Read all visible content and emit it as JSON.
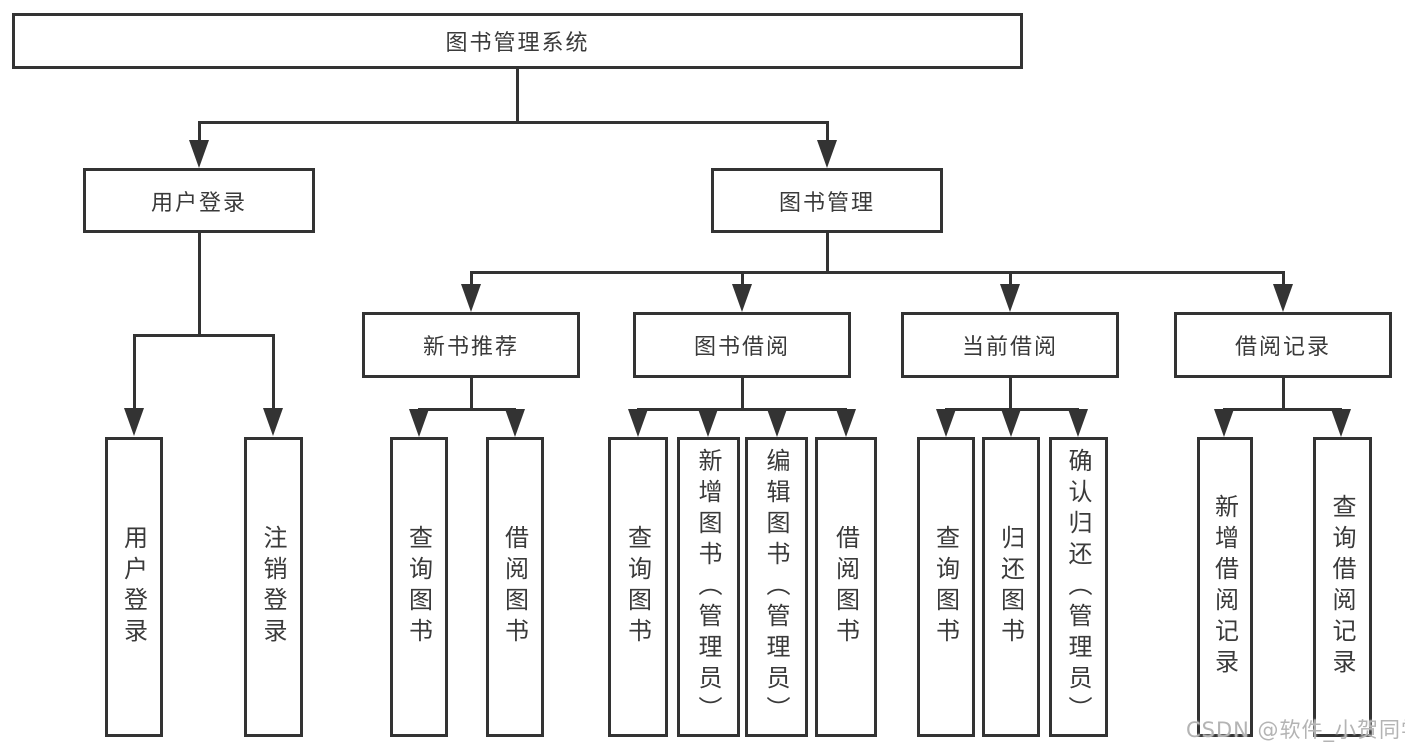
{
  "diagram": {
    "type": "tree",
    "root": {
      "label": "图书管理系统",
      "children": [
        {
          "label": "用户登录",
          "children": [
            {
              "label": "用户登录"
            },
            {
              "label": "注销登录"
            }
          ]
        },
        {
          "label": "图书管理",
          "children": [
            {
              "label": "新书推荐",
              "children": [
                {
                  "label": "查询图书"
                },
                {
                  "label": "借阅图书"
                }
              ]
            },
            {
              "label": "图书借阅",
              "children": [
                {
                  "label": "查询图书"
                },
                {
                  "label": "新增图书（管理员）"
                },
                {
                  "label": "编辑图书（管理员）"
                },
                {
                  "label": "借阅图书"
                }
              ]
            },
            {
              "label": "当前借阅",
              "children": [
                {
                  "label": "查询图书"
                },
                {
                  "label": "归还图书"
                },
                {
                  "label": "确认归还（管理员）"
                }
              ]
            },
            {
              "label": "借阅记录",
              "children": [
                {
                  "label": "新增借阅记录"
                },
                {
                  "label": "查询借阅记录"
                }
              ]
            }
          ]
        }
      ]
    }
  },
  "watermark": {
    "text": "CSDN @软件_小贺同学"
  },
  "colors": {
    "line": "#333333",
    "node_border": "#333333",
    "node_text": "#3a3a3a",
    "background": "#ffffff",
    "watermark": "#b4b4b4"
  }
}
